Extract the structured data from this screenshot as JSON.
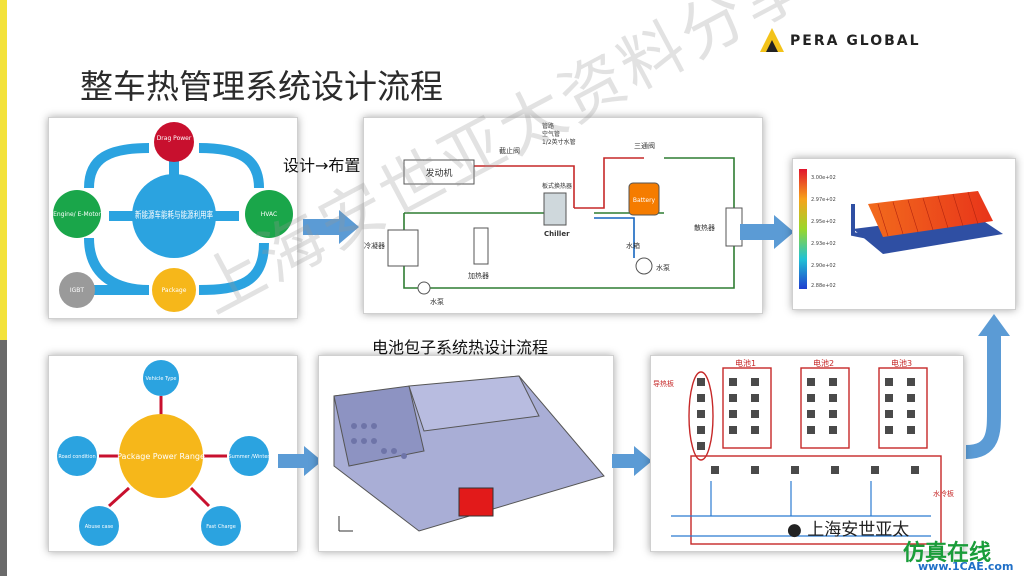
{
  "slide": {
    "title": "整车热管理系统设计流程",
    "logo_text": "PERA GLOBAL",
    "label_design_layout": "设计→布置",
    "label_battery_flow": "电池包子系统热设计流程"
  },
  "top_diagram": {
    "center": "新能源车能耗与能源利用率",
    "nodes": {
      "drag": "Drag Power",
      "engine": "Engine/ E-Motor",
      "hvac": "HVAC",
      "package": "Package",
      "igbt": "IGBT"
    },
    "colors": {
      "green": "#1aa64a",
      "red": "#c8102e",
      "yellow": "#f6b71a",
      "gray": "#9a9a9a",
      "blue": "#2ba3e0"
    }
  },
  "schematic": {
    "legend": [
      "管路",
      "空气管",
      "1/2英寸水管"
    ],
    "labels": {
      "engine": "发动机",
      "valve": "截止阀",
      "heat_exchanger": "板式换热器",
      "chiller": "Chiller",
      "pump_left": "水泵",
      "condenser": "冷凝器",
      "radiator": "散热器",
      "heater": "加热器",
      "tank": "水箱",
      "pump": "水泵",
      "three_way": "三通阀",
      "battery": "Battery"
    }
  },
  "bottom_diagram": {
    "center": "Package Power Range",
    "nodes": {
      "vehicle": "Vehicle Type",
      "road": "Road condition",
      "summer": "Summer /Winter",
      "abuse": "Abuse case",
      "fast": "Fast Charge"
    }
  },
  "battery_layout": {
    "cell_groups": [
      "电池1",
      "电池2",
      "电池3"
    ],
    "conductor": "导热板",
    "cold_plate": "水冷板"
  },
  "contour": {
    "scale": [
      "3.00e+02",
      "2.97e+02",
      "2.95e+02",
      "2.93e+02",
      "2.90e+02",
      "2.88e+02"
    ]
  },
  "watermark": {
    "main": "上海安世亚太资料分享",
    "chat": "上海安世亚太",
    "site_name": "仿真在线",
    "site_url": "www.1CAE.com"
  }
}
